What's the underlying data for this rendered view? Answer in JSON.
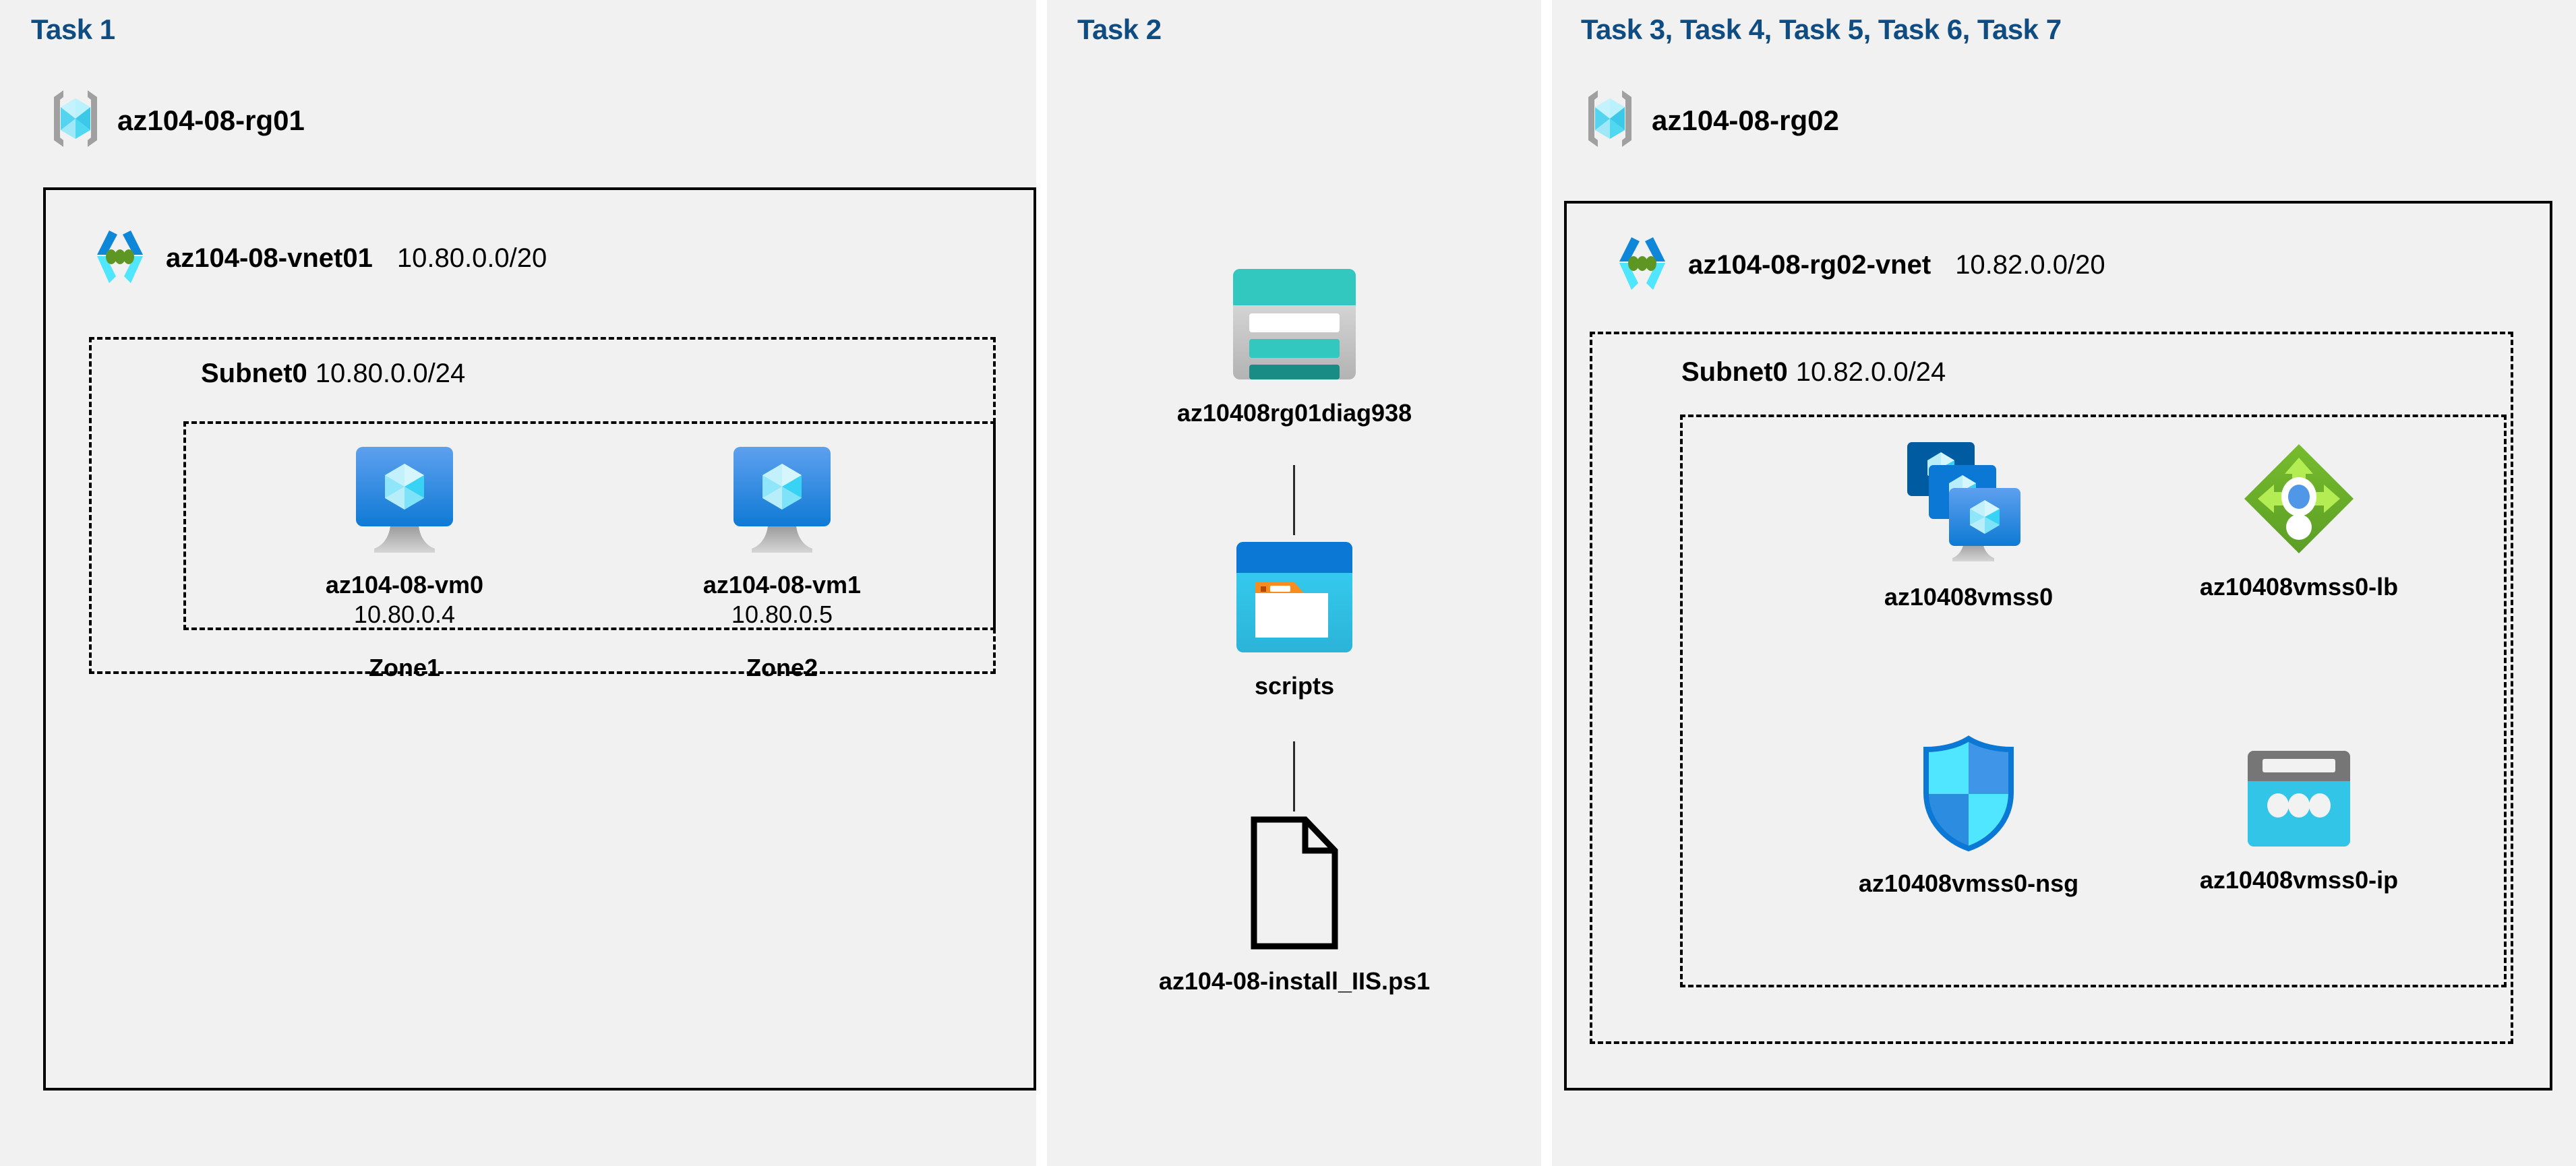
{
  "panels": [
    {
      "id": "task1",
      "heading": "Task 1"
    },
    {
      "id": "task2",
      "heading": "Task 2"
    },
    {
      "id": "task3",
      "heading": "Task 3, Task 4, Task 5, Task 6, Task 7"
    }
  ],
  "task1": {
    "heading": "Task 1",
    "resource_group": {
      "name": "az104-08-rg01",
      "icon": "resource-group-icon"
    },
    "vnet": {
      "name": "az104-08-vnet01",
      "cidr": "10.80.0.0/20",
      "icon": "virtual-network-icon"
    },
    "subnet": {
      "name": "Subnet0",
      "cidr": "10.80.0.0/24"
    },
    "vms": [
      {
        "name": "az104-08-vm0",
        "ip": "10.80.0.4",
        "zone": "Zone1",
        "icon": "virtual-machine-icon"
      },
      {
        "name": "az104-08-vm1",
        "ip": "10.80.0.5",
        "zone": "Zone2",
        "icon": "virtual-machine-icon"
      }
    ]
  },
  "task2": {
    "heading": "Task 2",
    "items": [
      {
        "name": "az10408rg01diag938",
        "icon": "storage-account-icon"
      },
      {
        "name": "scripts",
        "icon": "blob-container-icon"
      },
      {
        "name": "az104-08-install_IIS.ps1",
        "icon": "script-file-icon"
      }
    ]
  },
  "task3": {
    "heading": "Task 3, Task 4, Task 5, Task 6, Task 7",
    "resource_group": {
      "name": "az104-08-rg02",
      "icon": "resource-group-icon"
    },
    "vnet": {
      "name": "az104-08-rg02-vnet",
      "cidr": "10.82.0.0/20",
      "icon": "virtual-network-icon"
    },
    "subnet": {
      "name": "Subnet0",
      "cidr": "10.82.0.0/24"
    },
    "resources": [
      {
        "name": "az10408vmss0",
        "icon": "vm-scale-set-icon"
      },
      {
        "name": "az10408vmss0-lb",
        "icon": "load-balancer-icon"
      },
      {
        "name": "az10408vmss0-nsg",
        "icon": "network-security-group-icon"
      },
      {
        "name": "az10408vmss0-ip",
        "icon": "public-ip-address-icon"
      }
    ]
  },
  "colors": {
    "panel_background": "#f1f1f1",
    "page_background": "#ffffff",
    "heading_blue": "#0f4c81",
    "border_black": "#000000",
    "azure_blue": "#0078d4",
    "azure_cyan": "#32bedd",
    "storage_teal": "#32c8c0",
    "load_balancer_green": "#6cb33f",
    "script_orange": "#f78d1e"
  }
}
